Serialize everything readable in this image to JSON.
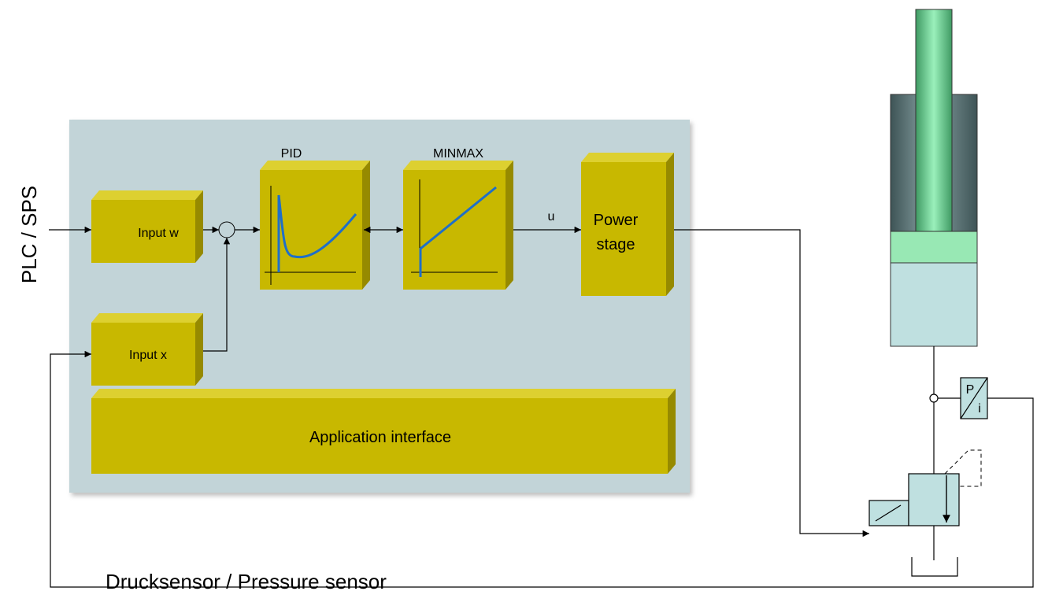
{
  "side_label": "PLC / SPS",
  "blocks": {
    "input_w": "Input w",
    "input_x": "Input x",
    "pid_title": "PID",
    "minmax_title": "MINMAX",
    "power_stage_line1": "Power",
    "power_stage_line2": "stage",
    "application_interface": "Application interface"
  },
  "signal_u": "u",
  "sensor_symbol": {
    "top": "P",
    "bottom": "i"
  },
  "bottom_label": "Drucksensor / Pressure sensor",
  "colors": {
    "panel": "#c2d4d8",
    "block_front": "#c8b800",
    "block_top": "#ddd030",
    "block_side": "#968a00",
    "curve": "#1f6fc8",
    "cylinder_dark": "#4d6466",
    "rod_green": "#6ad08e",
    "piston_green": "#98e8b4",
    "fluid": "#bfe0e0"
  }
}
